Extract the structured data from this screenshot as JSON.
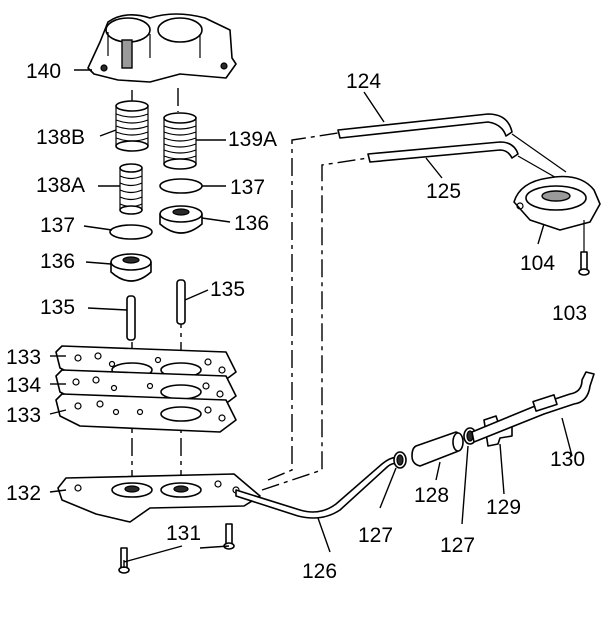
{
  "callouts": {
    "p140": "140",
    "p138b": "138B",
    "p139a": "139A",
    "p138a": "138A",
    "p137_left": "137",
    "p137_right": "137",
    "p136_left": "136",
    "p136_right": "136",
    "p135_left": "135",
    "p135_right": "135",
    "p133_top": "133",
    "p134": "134",
    "p133_bottom": "133",
    "p132": "132",
    "p131": "131",
    "p124": "124",
    "p125": "125",
    "p104": "104",
    "p103": "103",
    "p130": "130",
    "p129": "129",
    "p128": "128",
    "p127_left": "127",
    "p127_right": "127",
    "p126": "126"
  }
}
